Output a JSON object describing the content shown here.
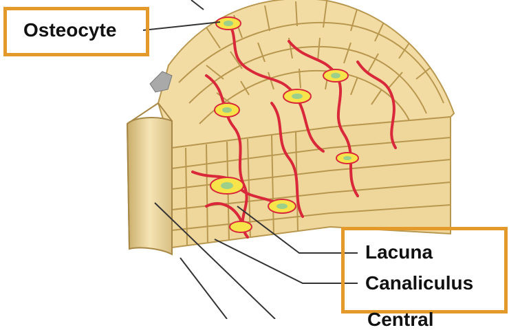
{
  "labels": {
    "osteocyte": "Osteocyte",
    "lacuna": "Lacuna",
    "canaliculus": "Canaliculus",
    "central_partial": "Central"
  },
  "colors": {
    "highlight_box": "#e39a2a",
    "bone_matrix": "#f2dca4",
    "bone_shadow": "#d9bd7a",
    "canal_red": "#d8283a",
    "lacuna_yellow": "#f7e34a",
    "cell_green": "#9ccf8a",
    "leader_line": "#333333"
  }
}
